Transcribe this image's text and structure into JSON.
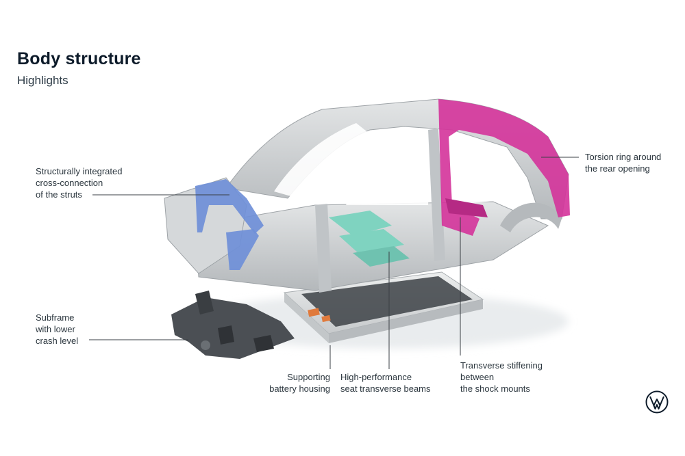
{
  "header": {
    "title": "Body structure",
    "subtitle": "Highlights"
  },
  "labels": {
    "struts": [
      "Structurally integrated",
      "cross-connection",
      "of the struts"
    ],
    "torsion": [
      "Torsion ring around",
      "the rear opening"
    ],
    "subframe": [
      "Subframe",
      "with lower",
      "crash level"
    ],
    "battery": [
      "Supporting",
      "battery housing"
    ],
    "seat": [
      "High-performance",
      "seat transverse beams"
    ],
    "stiffening": [
      "Transverse stiffening",
      "between",
      "the shock mounts"
    ]
  },
  "colors": {
    "struts": "#6f8fd8",
    "torsion": "#d4339a",
    "seat_beams": "#7fd3c0",
    "body": "#c9ccce",
    "battery": "#dcdfe0",
    "subframe": "#4b4f54",
    "leader_line": "#3a3f44"
  },
  "logo": {
    "name": "vw-logo-icon"
  }
}
